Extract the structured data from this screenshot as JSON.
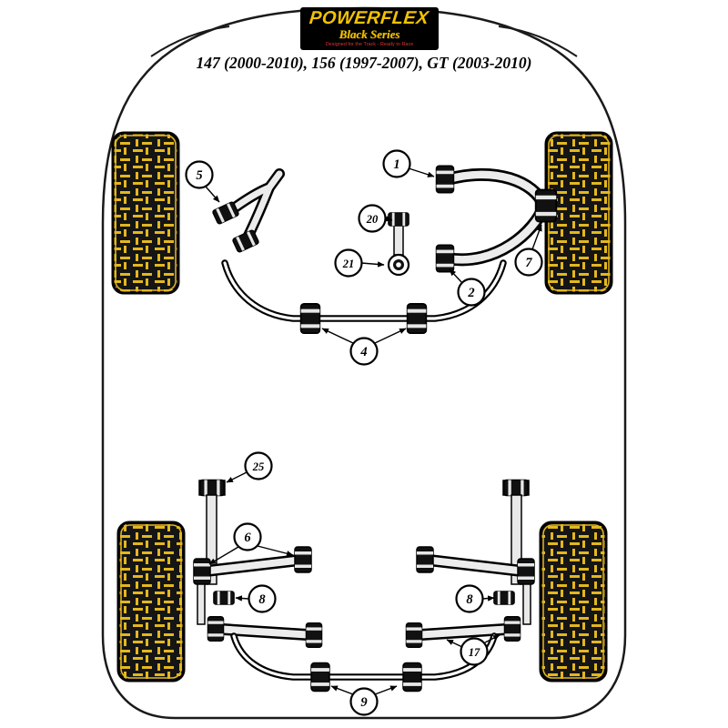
{
  "page": {
    "background": "#ffffff"
  },
  "logo": {
    "brand": "POWERFLEX",
    "series": "Black Series",
    "tagline": "Designed for the Track - Ready to Race",
    "colors": {
      "background": "#000000",
      "brand_yellow": "#F2C200",
      "tagline_red": "#e03131"
    }
  },
  "title": "147 (2000-2010), 156 (1997-2007), GT (2003-2010)",
  "diagram": {
    "tread_yellow": "#E3B71E",
    "line_black": "#000000",
    "callouts": {
      "c1": {
        "label": "1"
      },
      "c2": {
        "label": "2"
      },
      "c4": {
        "label": "4"
      },
      "c5": {
        "label": "5"
      },
      "c6": {
        "label": "6"
      },
      "c7": {
        "label": "7"
      },
      "c8_left": {
        "label": "8"
      },
      "c8_right": {
        "label": "8"
      },
      "c9": {
        "label": "9"
      },
      "c17": {
        "label": "17"
      },
      "c20": {
        "label": "20"
      },
      "c21": {
        "label": "21"
      },
      "c25": {
        "label": "25"
      }
    }
  }
}
